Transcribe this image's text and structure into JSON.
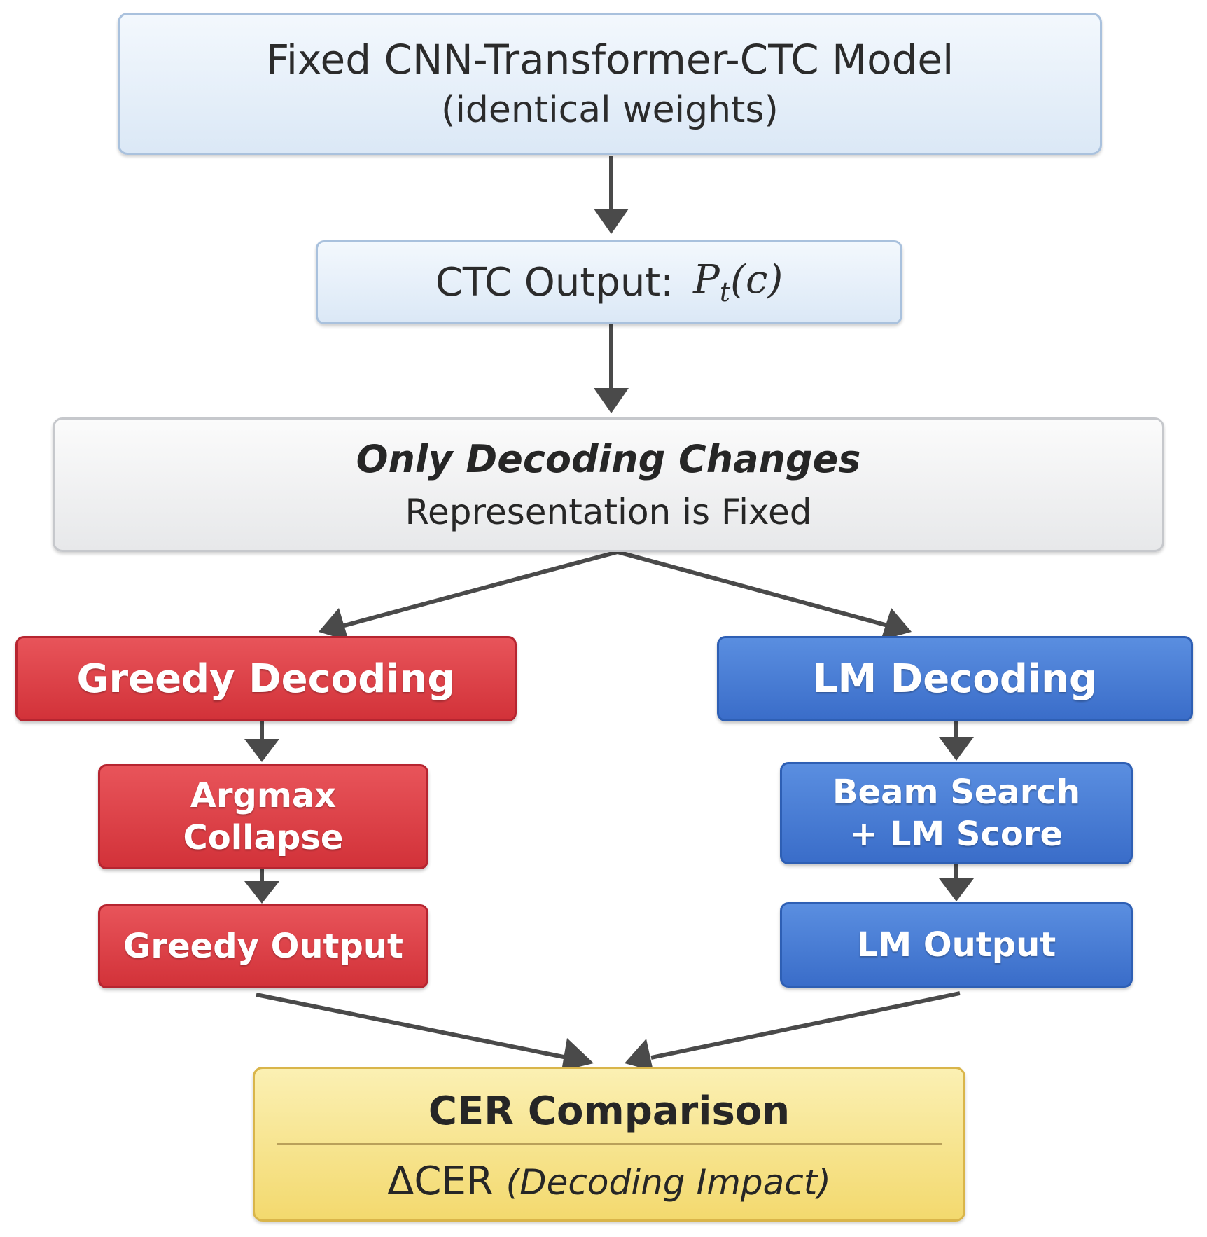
{
  "nodes": {
    "model": {
      "line1": "Fixed CNN-Transformer-CTC Model",
      "line2": "(identical weights)"
    },
    "ctc_output": {
      "label": "CTC Output:",
      "symbol": "P",
      "subscript": "t",
      "arg": "(c)"
    },
    "only_decoding": {
      "line1": "Only Decoding Changes",
      "line2": "Representation is Fixed"
    },
    "greedy": {
      "title": "Greedy Decoding",
      "step_line1": "Argmax",
      "step_line2": "Collapse",
      "output": "Greedy Output"
    },
    "lm": {
      "title": "LM Decoding",
      "step_line1": "Beam Search",
      "step_line2": "+ LM Score",
      "output": "LM Output"
    },
    "cer": {
      "title": "CER Comparison",
      "delta": "ΔCER",
      "delta_note": "(Decoding Impact)"
    }
  },
  "colors": {
    "red": "#d23239",
    "blue": "#3a6dc9",
    "yellow": "#f3d96e",
    "light_blue": "#dbe8f6",
    "grey": "#e7e8ea",
    "arrow": "#4a4a4a"
  }
}
